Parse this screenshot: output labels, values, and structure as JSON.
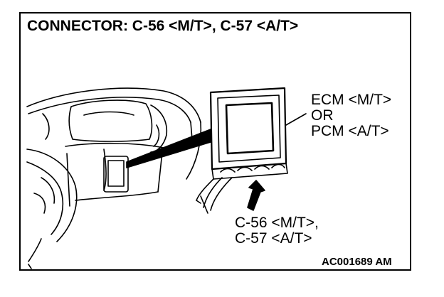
{
  "title": "CONNECTOR: C-56 <M/T>, C-57 <A/T>",
  "module_label": {
    "line1": "ECM <M/T>",
    "line2": "OR",
    "line3": "PCM <A/T>"
  },
  "connector_label": {
    "line1": "C-56 <M/T>,",
    "line2": "C-57 <A/T>"
  },
  "figure_ref": "AC001689 AM"
}
